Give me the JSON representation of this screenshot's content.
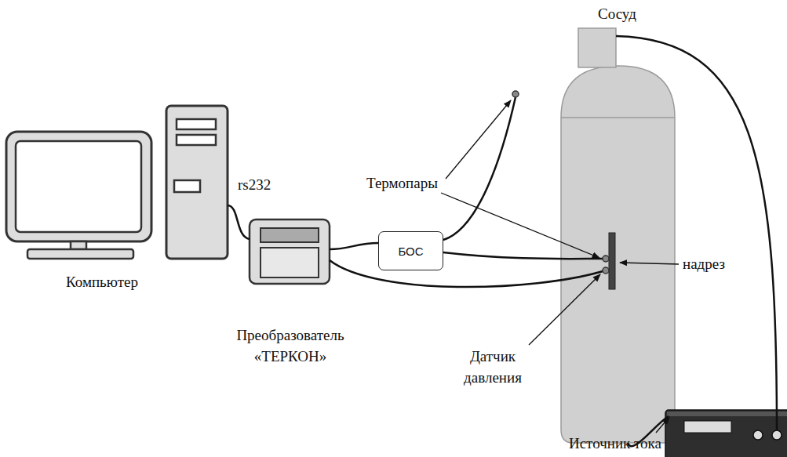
{
  "diagram": {
    "nodes": [
      {
        "text": [
          "БОС"
        ]
      }
    ],
    "labels": [
      "Сосуд",
      "rs232",
      "Термопары",
      "Компьютер",
      "Преобразователь «ТЕРКОН»",
      "надрез",
      "Датчик давления",
      "Источник тока"
    ]
  }
}
